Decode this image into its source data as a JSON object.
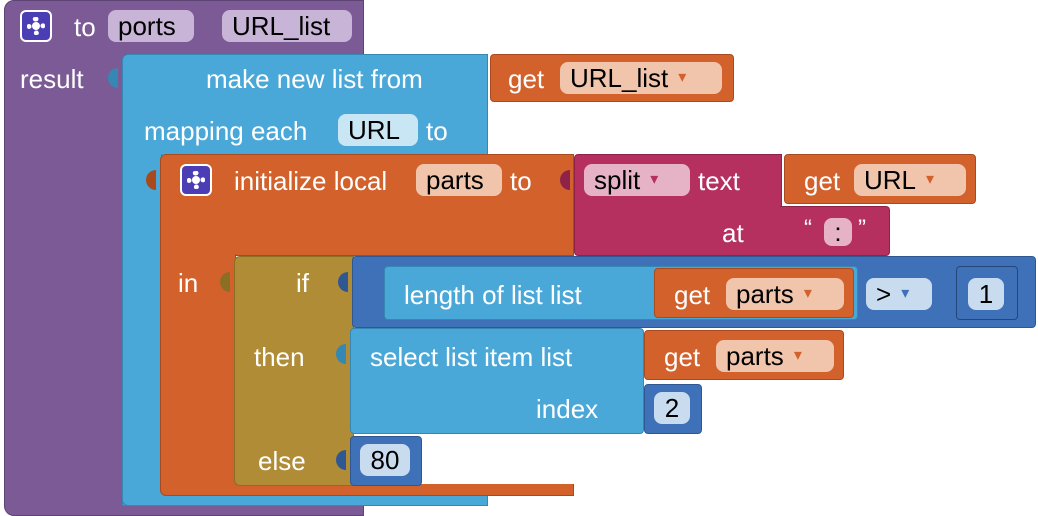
{
  "procedure": {
    "keyword_to": "to",
    "name": "ports",
    "param": "URL_list",
    "result_label": "result"
  },
  "map_block": {
    "label": "make new list from",
    "mapping_label": "mapping each",
    "item_var": "URL",
    "to_label": "to",
    "source": {
      "get_label": "get",
      "var": "URL_list"
    }
  },
  "local_block": {
    "label": "initialize local",
    "var": "parts",
    "to_label": "to",
    "in_label": "in"
  },
  "split_block": {
    "op": "split",
    "text_label": "text",
    "at_label": "at",
    "text_source": {
      "get_label": "get",
      "var": "URL"
    },
    "separator": {
      "open_quote": "“",
      "value": ":",
      "close_quote": "”"
    }
  },
  "if_block": {
    "if_label": "if",
    "then_label": "then",
    "else_label": "else",
    "condition": {
      "length_label": "length of list  list",
      "list_source": {
        "get_label": "get",
        "var": "parts"
      },
      "operator": ">",
      "rhs": "1"
    },
    "then_value": {
      "label": "select list item  list",
      "list_source": {
        "get_label": "get",
        "var": "parts"
      },
      "index_label": "index",
      "index_value": "2"
    },
    "else_value": "80"
  },
  "colors": {
    "procedure": "#7b5a96",
    "list": "#4aa8d8",
    "variable": "#d2612c",
    "text": "#b52f5f",
    "control": "#b18c36",
    "math": "#3f71b8"
  }
}
